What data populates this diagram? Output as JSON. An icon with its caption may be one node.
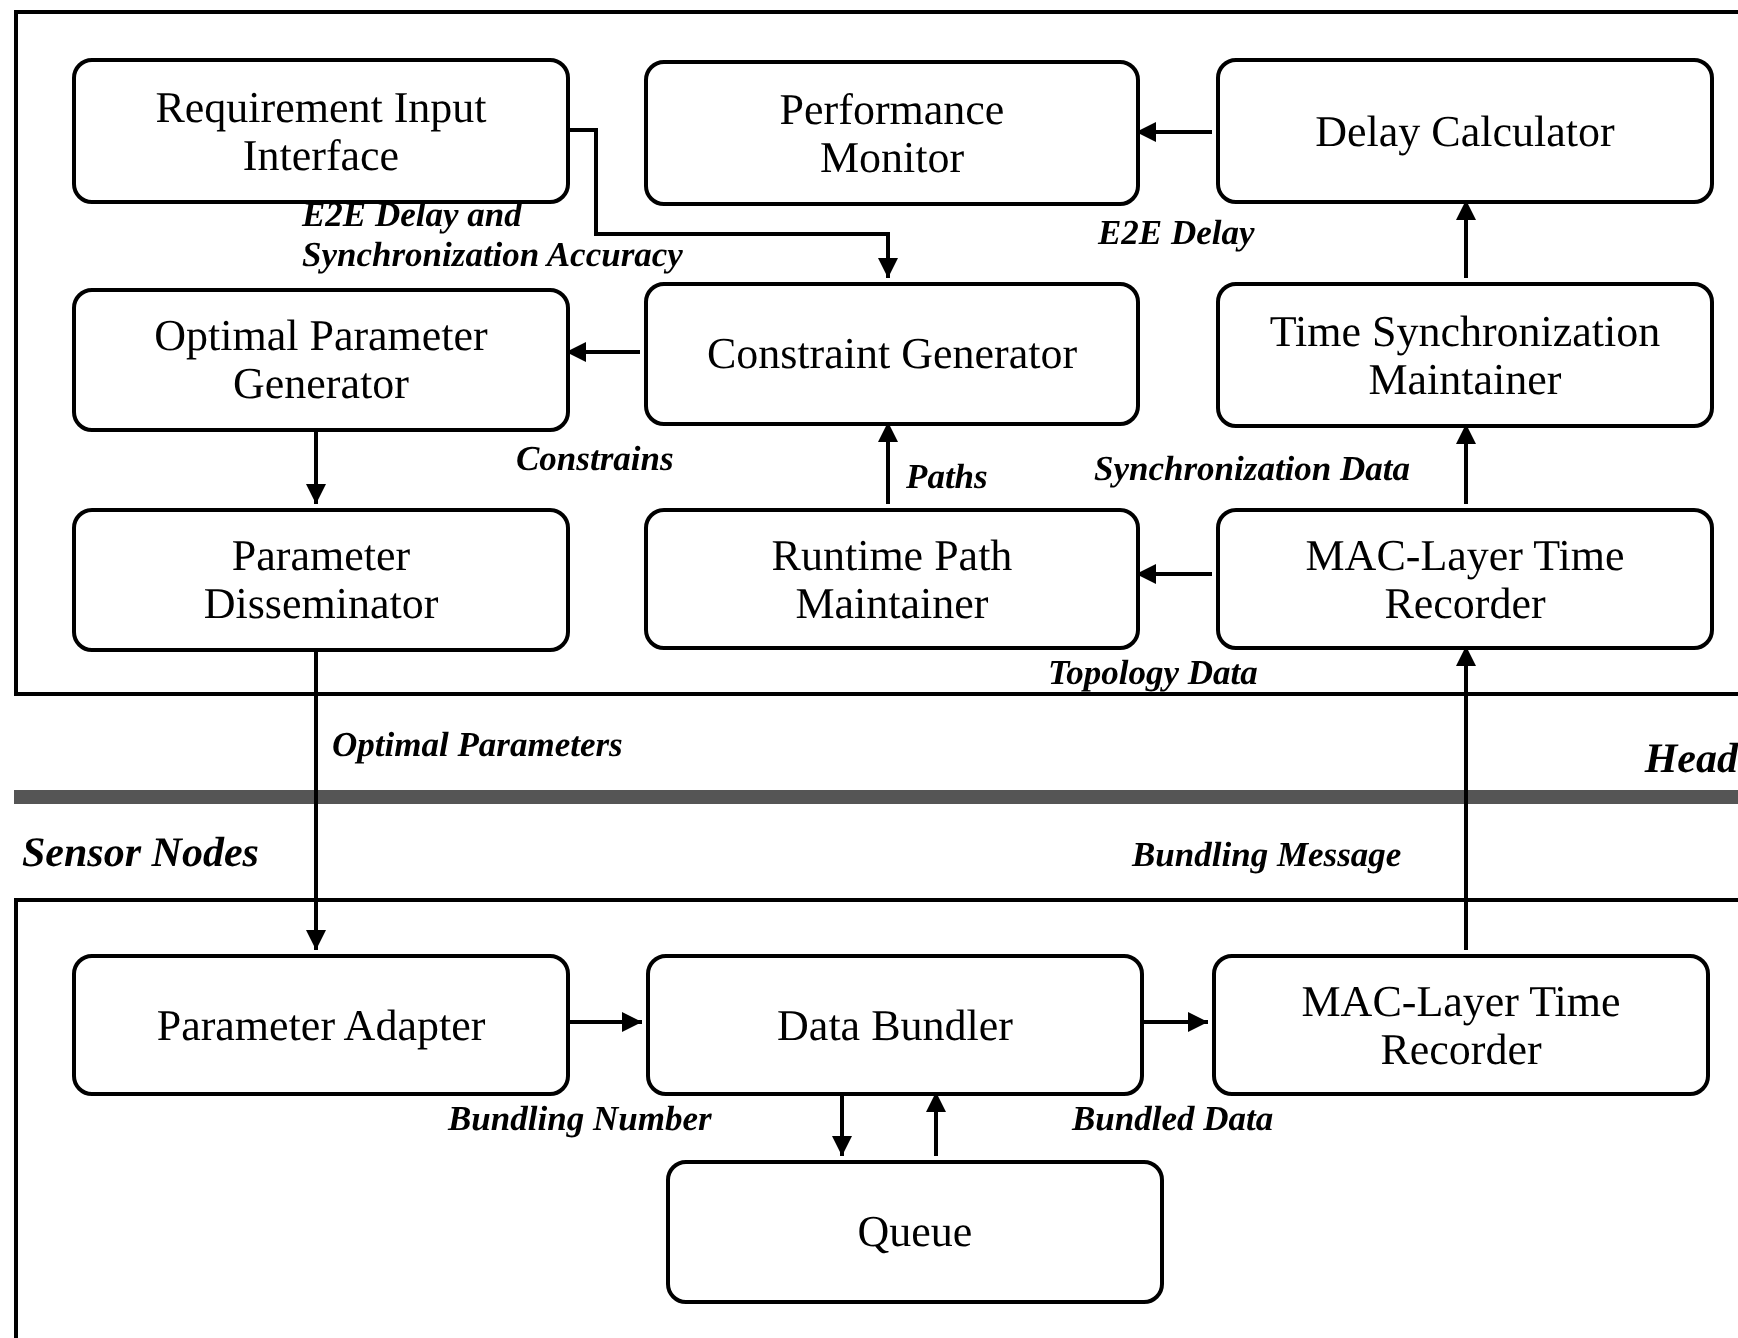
{
  "diagram": {
    "nodes": [
      {
        "text": [
          "Head"
        ]
      },
      {
        "text": [
          "Requirement Input Interface"
        ],
        "in": 0
      },
      {
        "text": [
          "Performance Monitor"
        ],
        "in": 0
      },
      {
        "text": [
          "Delay Calculator"
        ],
        "in": 0
      },
      {
        "text": [
          "Optimal Parameter Generator"
        ],
        "in": 0
      },
      {
        "text": [
          "Constraint Generator"
        ],
        "in": 0
      },
      {
        "text": [
          "Time Synchronization Maintainer"
        ],
        "in": 0
      },
      {
        "text": [
          "Parameter Disseminator"
        ],
        "in": 0
      },
      {
        "text": [
          "Runtime Path Maintainer"
        ],
        "in": 0
      },
      {
        "text": [
          "MAC-Layer Time Recorder"
        ],
        "in": 0
      },
      {
        "text": [
          "Sensor Nodes"
        ]
      },
      {
        "text": [
          "Parameter Adapter"
        ],
        "in": 10
      },
      {
        "text": [
          "Data Bundler"
        ],
        "in": 10
      },
      {
        "text": [
          "MAC-Layer Time Recorder"
        ],
        "in": 10
      },
      {
        "text": [
          "Queue"
        ],
        "in": 10
      }
    ],
    "edges": [
      {
        "from": 1,
        "to": 5,
        "arrow": "to",
        "label": "E2E Delay and Synchronization Accuracy"
      },
      {
        "from": 5,
        "to": 4,
        "arrow": "to",
        "label": "Constrains"
      },
      {
        "from": 4,
        "to": 7,
        "arrow": "to"
      },
      {
        "from": 3,
        "to": 2,
        "arrow": "to",
        "label": "E2E Delay"
      },
      {
        "from": 6,
        "to": 3,
        "arrow": "to"
      },
      {
        "from": 9,
        "to": 6,
        "arrow": "to",
        "label": "Synchronization Data"
      },
      {
        "from": 9,
        "to": 8,
        "arrow": "to",
        "label": "Topology Data"
      },
      {
        "from": 8,
        "to": 5,
        "arrow": "to",
        "label": "Paths"
      },
      {
        "from": 7,
        "to": 11,
        "arrow": "to",
        "label": "Optimal Parameters"
      },
      {
        "from": 13,
        "to": 9,
        "arrow": "to",
        "label": "Bundling Message"
      },
      {
        "from": 11,
        "to": 12,
        "arrow": "to"
      },
      {
        "from": 12,
        "to": 13,
        "arrow": "to"
      },
      {
        "from": 12,
        "to": 14,
        "arrow": "to",
        "label": "Bundling Number"
      },
      {
        "from": 14,
        "to": 12,
        "arrow": "to",
        "label": "Bundled Data"
      }
    ]
  }
}
